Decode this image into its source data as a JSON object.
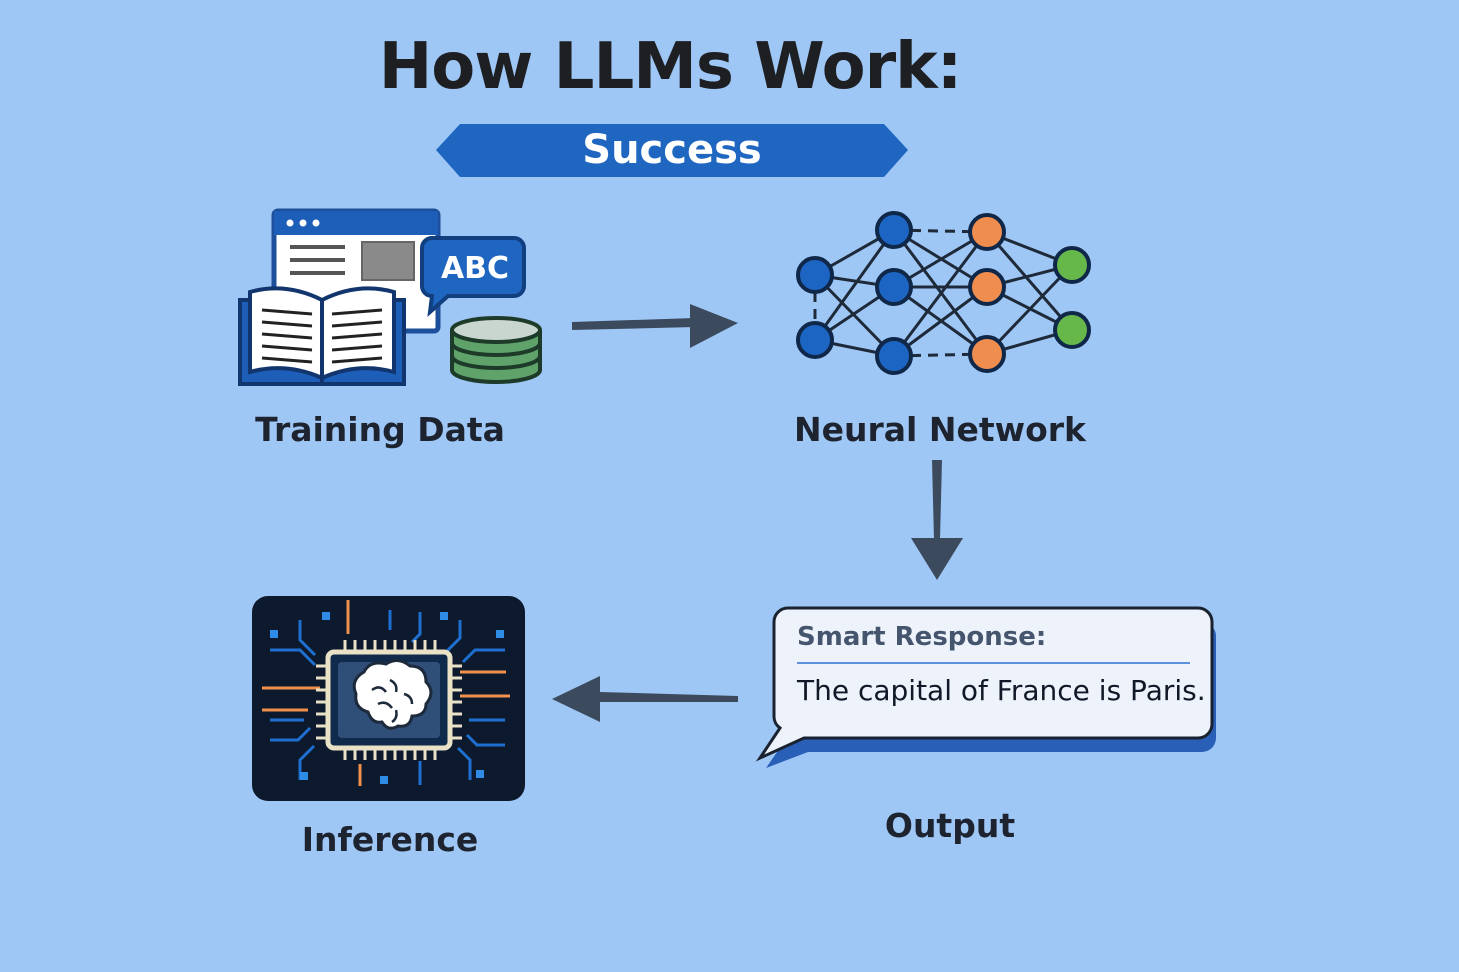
{
  "title": "How LLMs Work:",
  "banner": "Success",
  "stages": {
    "training_data": "Training Data",
    "neural_network": "Neural Network",
    "inference": "Inference",
    "output": "Output"
  },
  "training_icon_text": "ABC",
  "response": {
    "heading": "Smart Response:",
    "text": "The capital of France is Paris."
  },
  "colors": {
    "background": "#9fc7f5",
    "banner": "#1f66c1",
    "node_blue": "#1d65c2",
    "node_orange": "#ef8d4f",
    "node_green": "#66b84a",
    "arrow": "#3c4a5e"
  }
}
